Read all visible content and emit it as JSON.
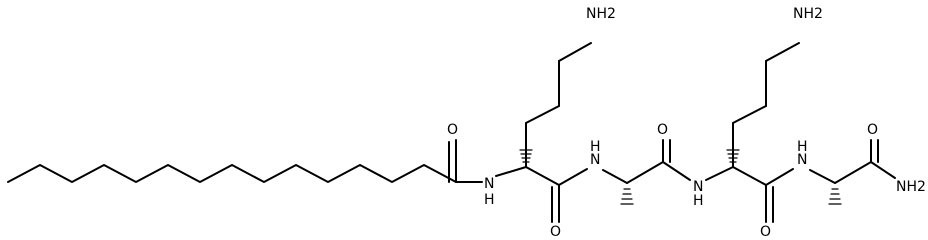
{
  "molecule": {
    "atom_labels": {
      "amide_oxygen": "O",
      "amide_nh_1": "N",
      "amide_h_1": "H",
      "carbonyl_oxygen_1": "O",
      "amide_nh_2": "N",
      "amide_h_2": "H",
      "carbonyl_oxygen_2": "O",
      "amide_nh_3": "N",
      "amide_h_3": "H",
      "carbonyl_oxygen_3": "O",
      "amide_nh_4": "N",
      "amide_h_4": "H",
      "carbonyl_oxygen_4": "O",
      "terminal_amine_1": "NH2",
      "terminal_amine_2": "NH2",
      "terminal_amide_nh2": "NH2"
    }
  }
}
